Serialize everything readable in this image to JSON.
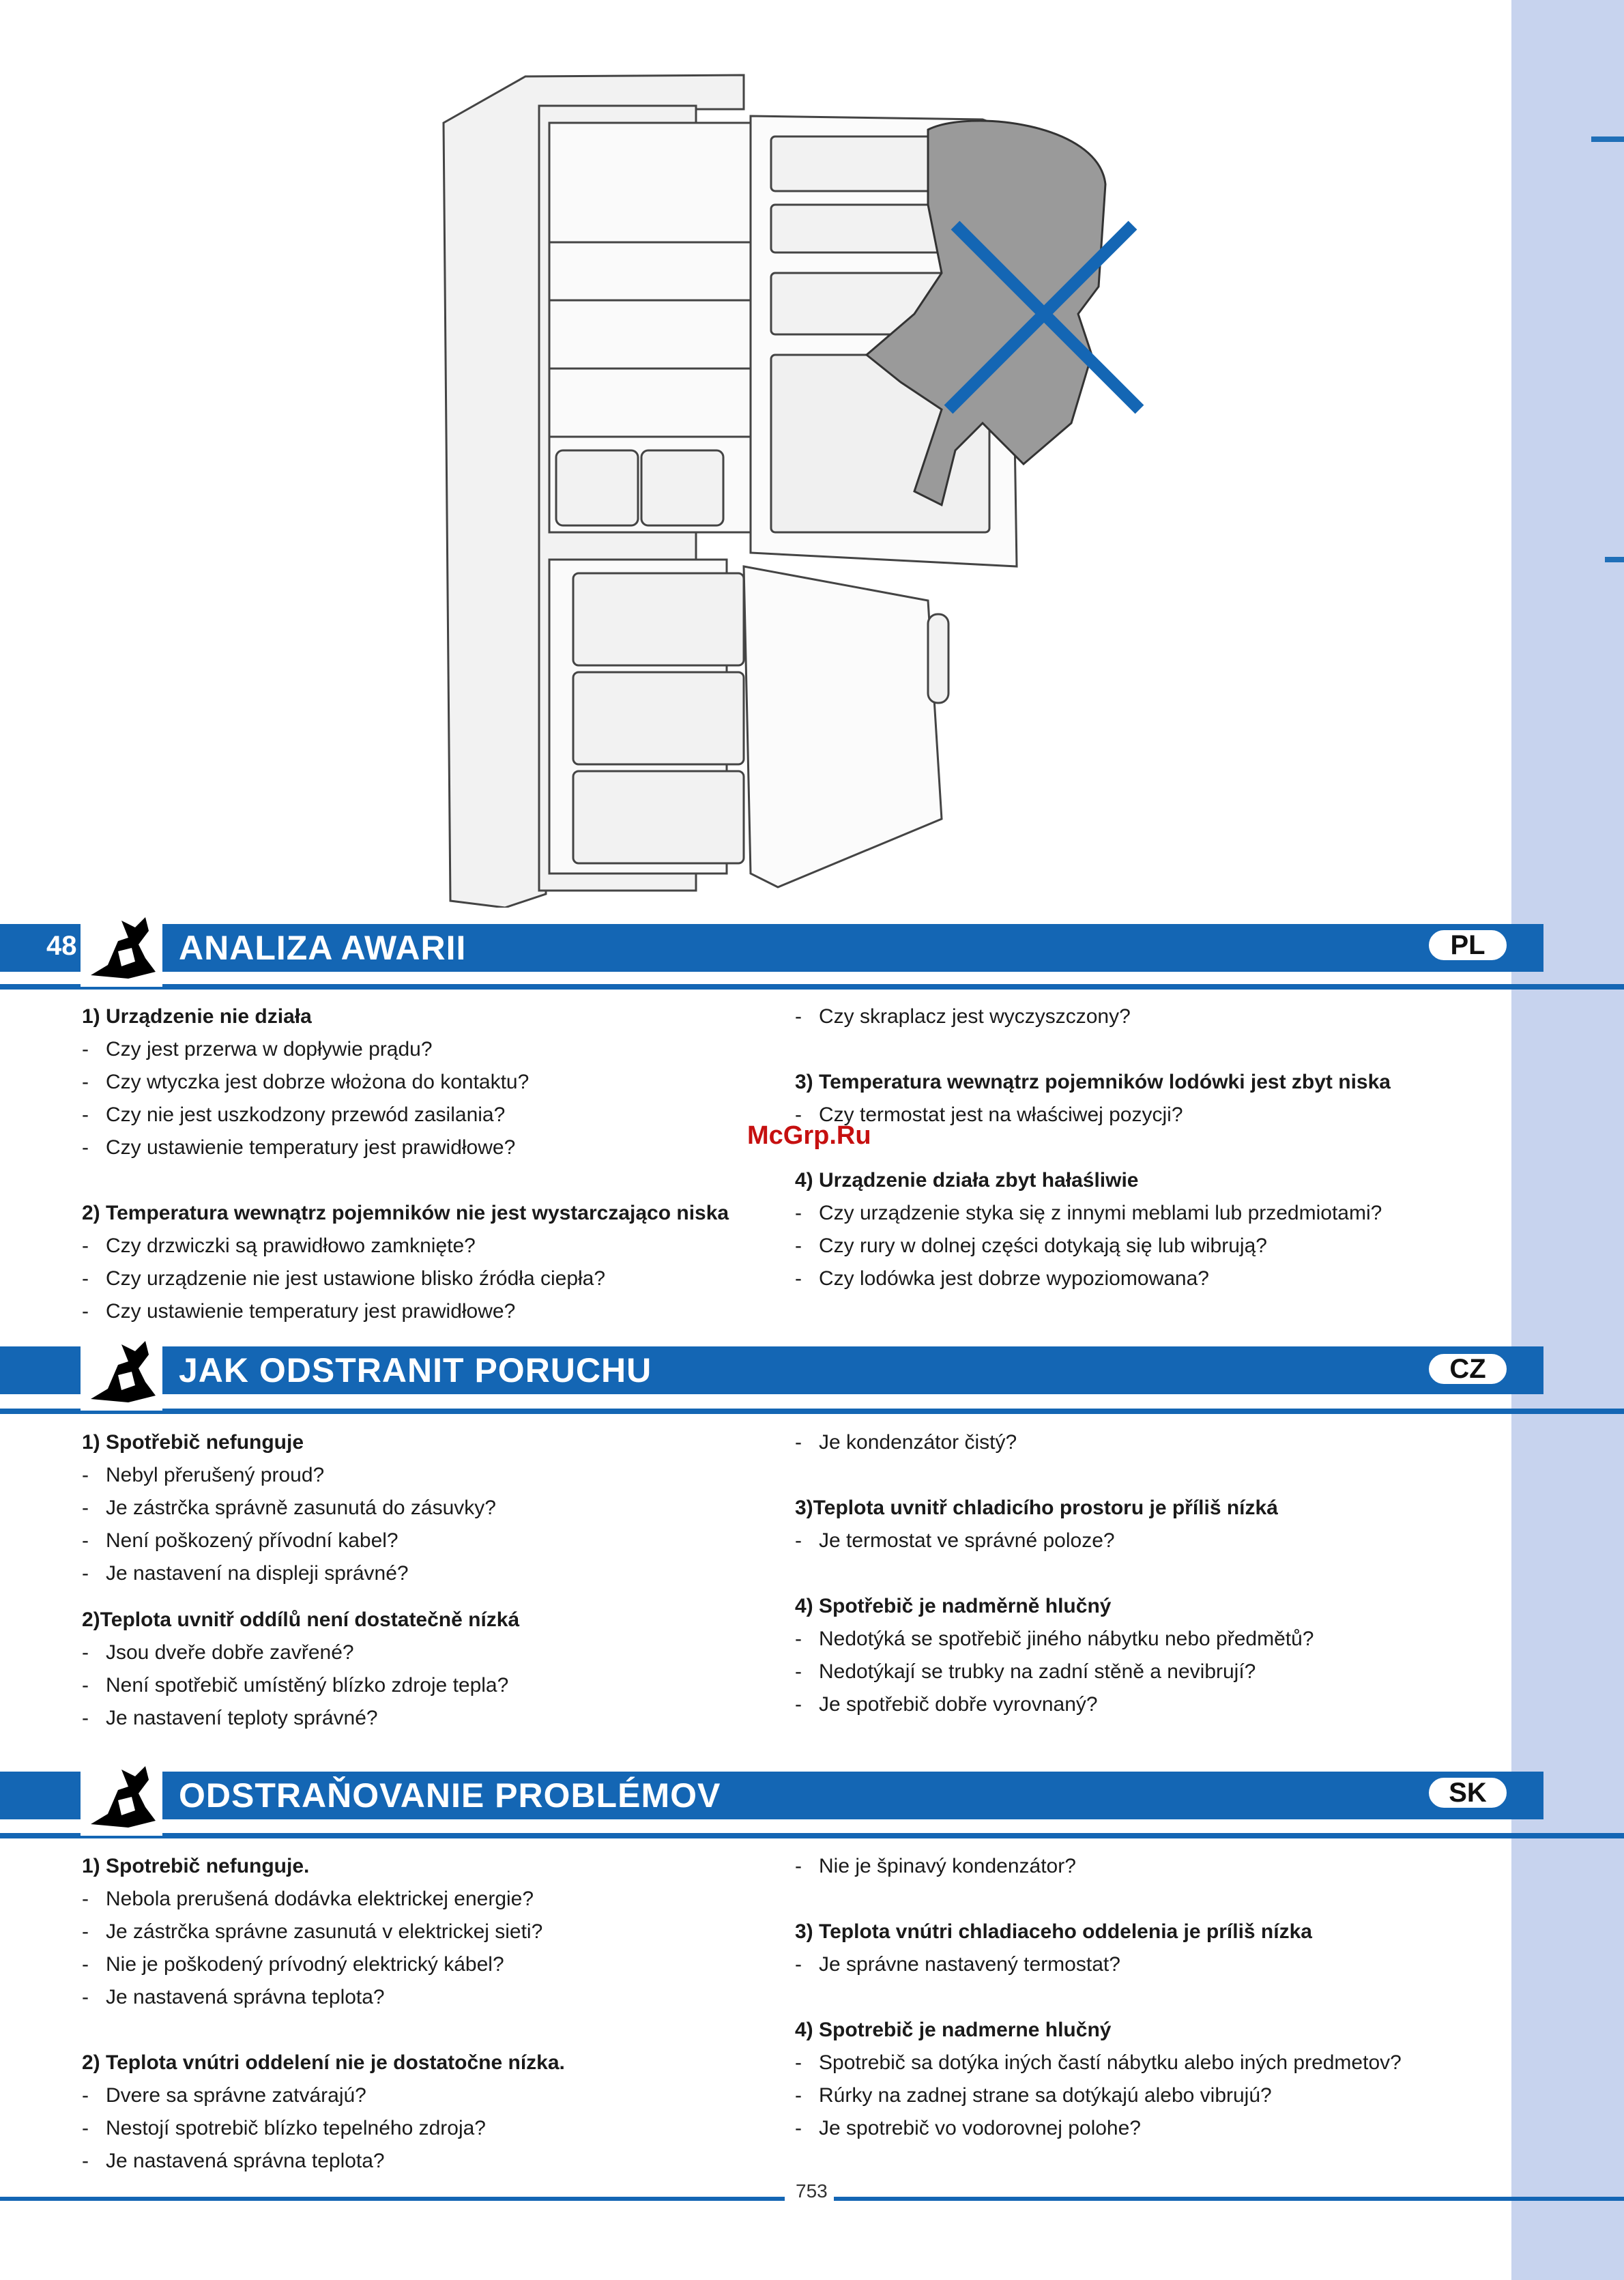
{
  "page_number": "48",
  "footer_page": "753",
  "watermark": "McGrp.Ru",
  "accent_color": "#1466b4",
  "sidebar_color": "#c7d3ee",
  "illustration": {
    "icon": "refrigerator-open-doors-with-crossed-person"
  },
  "sections": [
    {
      "title": "ANALIZA AWARII",
      "lang": "PL",
      "left": {
        "h1": "1) Urządzenie nie działa",
        "h1_items": [
          "Czy jest przerwa w dopływie prądu?",
          "Czy wtyczka jest dobrze włożona do kontaktu?",
          "Czy nie jest uszkodzony przewód zasilania?",
          "Czy ustawienie temperatury jest prawidłowe?"
        ],
        "h2": "2) Temperatura wewnątrz pojemników nie jest wystarczająco niska",
        "h2_items": [
          "Czy drzwiczki są prawidłowo zamknięte?",
          "Czy urządzenie nie jest ustawione blisko źródła ciepła?",
          "Czy ustawienie temperatury jest prawidłowe?"
        ]
      },
      "right": {
        "top_item": "Czy skraplacz jest wyczyszczony?",
        "h3": "3) Temperatura wewnątrz pojemników lodówki jest zbyt niska",
        "h3_items": [
          "Czy termostat jest na właściwej pozycji?"
        ],
        "h4": "4) Urządzenie działa zbyt hałaśliwie",
        "h4_items": [
          "Czy urządzenie styka się z innymi meblami lub przedmiotami?",
          "Czy rury w dolnej części dotykają się lub wibrują?",
          "Czy lodówka jest dobrze wypoziomowana?"
        ]
      }
    },
    {
      "title": "JAK ODSTRANIT PORUCHU",
      "lang": "CZ",
      "left": {
        "h1": "1) Spotřebič nefunguje",
        "h1_items": [
          "Nebyl přerušený proud?",
          "Je zástrčka správně zasunutá do zásuvky?",
          "Není poškozený přívodní kabel?",
          "Je nastavení na displeji správné?"
        ],
        "h2": "2)Teplota uvnitř oddílů není dostatečně nízká",
        "h2_items": [
          "Jsou dveře dobře zavřené?",
          "Není spotřebič umístěný blízko zdroje tepla?",
          "Je nastavení teploty správné?"
        ]
      },
      "right": {
        "top_item": "Je kondenzátor čistý?",
        "h3": "3)Teplota uvnitř chladicího prostoru je příliš nízká",
        "h3_items": [
          "Je termostat ve správné poloze?"
        ],
        "h4": "4) Spotřebič je nadměrně hlučný",
        "h4_items": [
          "Nedotýká se spotřebič jiného nábytku nebo předmětů?",
          "Nedotýkají se trubky na zadní stěně a nevibrují?",
          "Je spotřebič dobře vyrovnaný?"
        ]
      }
    },
    {
      "title": "ODSTRAŇOVANIE PROBLÉMOV",
      "lang": "SK",
      "left": {
        "h1": "1) Spotrebič nefunguje.",
        "h1_items": [
          "Nebola prerušená dodávka elektrickej energie?",
          "Je zástrčka správne zasunutá v elektrickej sieti?",
          "Nie je poškodený prívodný elektrický kábel?",
          "Je nastavená správna teplota?"
        ],
        "h2": "2) Teplota vnútri oddelení nie je dostatočne nízka.",
        "h2_items": [
          "Dvere sa správne zatvárajú?",
          "Nestojí spotrebič blízko tepelného zdroja?",
          "Je nastavená správna teplota?"
        ]
      },
      "right": {
        "top_item": "Nie je špinavý kondenzátor?",
        "h3": "3) Teplota vnútri chladiaceho oddelenia je príliš nízka",
        "h3_items": [
          "Je správne nastavený termostat?"
        ],
        "h4": "4) Spotrebič je nadmerne hlučný",
        "h4_items": [
          "Spotrebič sa dotýka iných častí nábytku alebo iných predmetov?",
          "Rúrky na zadnej strane sa dotýkajú alebo vibrujú?",
          "Je spotrebič vo vodorovnej polohe?"
        ]
      }
    }
  ]
}
